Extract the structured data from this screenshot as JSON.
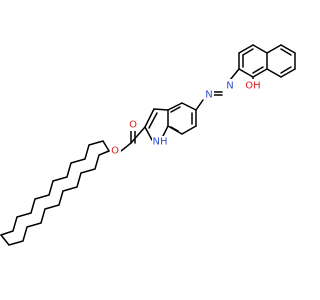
{
  "molecule": {
    "atoms": {
      "hydroxyl": "OH",
      "azo_n1": "N",
      "azo_n2": "N",
      "indole_nh": "NH",
      "ester_o": "O",
      "carbonyl_o": "O"
    }
  },
  "colors": {
    "bond": "#000000",
    "nitrogen": "#2F4FD0",
    "oxygen": "#E02020",
    "background": "#FFFFFF"
  }
}
